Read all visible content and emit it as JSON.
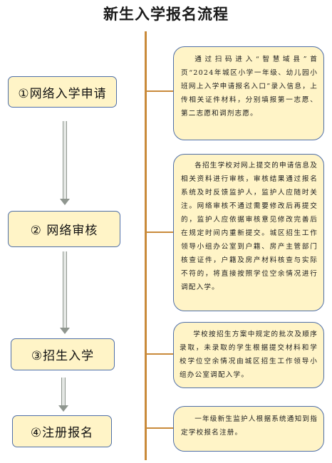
{
  "title": "新生入学报名流程",
  "steps": [
    {
      "label": "①网络入学申请"
    },
    {
      "label": "② 网络审核"
    },
    {
      "label": "③招生入学"
    },
    {
      "label": "④注册报名"
    }
  ],
  "notes": [
    {
      "text": "通过扫码进入“智慧域县”首页“2024年城区小学一年级、幼儿园小班网上入学申请报名入口”录入信息，上传相关证件材料，分别填报第一志愿、第二志愿和调剂志愿。"
    },
    {
      "text": "各招生学校对网上提交的申请信息及相关资料进行审核，审核结果通过报名系统及时反馈监护人，监护人应随时关注。网络审核不通过需要修改后再提交的，监护人应依据审核意见修改完善后在规定时间内重新提交。城区招生工作领导小组办公室到户籍、房产主管部门核查证件，户籍及房产材料核查与实际不符的，将直接按照学位空余情况进行调配入学。"
    },
    {
      "text": "学校按招生方案中规定的批次及顺序录取，未录取的学生根据提交材料和学校学位空余情况由城区招生工作领导小组办公室调配入学。"
    },
    {
      "text": "一年级新生监护人根据系统通知到指定学校报名注册。"
    }
  ]
}
